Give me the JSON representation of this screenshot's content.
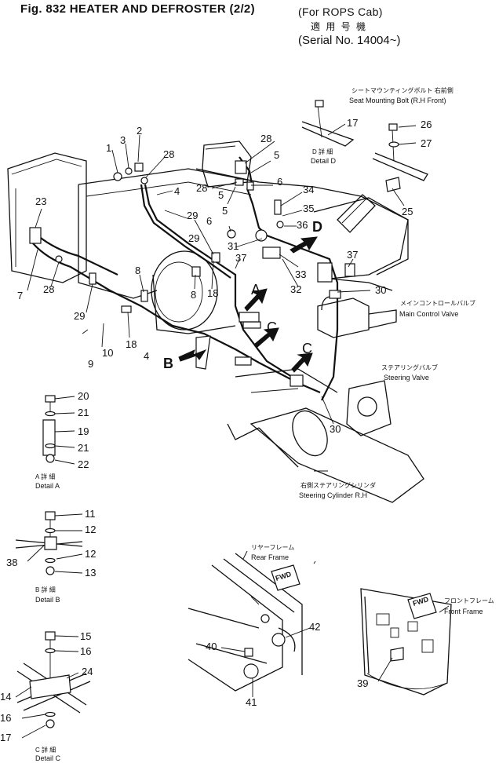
{
  "header": {
    "title": "Fig. 832  HEATER  AND  DEFROSTER (2/2)",
    "cab_note": "(For ROPS Cab)",
    "serial_jp": "適 用 号 機",
    "serial": "(Serial No. 14004~)"
  },
  "labels": {
    "seat_bolt_jp": "シートマウンティングボルト 右前側",
    "seat_bolt": "Seat Mounting Bolt (R.H Front)",
    "detail_d_jp": "D 詳 細",
    "detail_d": "Detail D",
    "main_valve_jp": "メインコントロールバルブ",
    "main_valve": "Main Control Valve",
    "steering_valve_jp": "ステアリングバルブ",
    "steering_valve": "Steering Valve",
    "steering_cyl_jp": "右側ステアリングシリンダ",
    "steering_cyl": "Steering Cylinder R.H",
    "detail_a_jp": "A 詳 細",
    "detail_a": "Detail A",
    "detail_b_jp": "B 詳 細",
    "detail_b": "Detail B",
    "detail_c_jp": "C 詳 細",
    "detail_c": "Detail C",
    "rear_frame_jp": "リヤーフレーム",
    "rear_frame": "Rear Frame",
    "front_frame_jp": "フロントフレーム",
    "front_frame": "Front Frame",
    "fwd": "FWD",
    "letter_a": "A",
    "letter_b": "B",
    "letter_c": "C",
    "letter_d": "D"
  },
  "parts": {
    "p1": "1",
    "p2": "2",
    "p3": "3",
    "p4a": "4",
    "p4b": "4",
    "p5a": "5",
    "p5b": "5",
    "p5c": "5",
    "p6a": "6",
    "p6b": "6",
    "p7": "7",
    "p8a": "8",
    "p8b": "8",
    "p9": "9",
    "p10": "10",
    "p11": "11",
    "p12a": "12",
    "p12b": "12",
    "p13": "13",
    "p14": "14",
    "p15": "15",
    "p16a": "16",
    "p16b": "16",
    "p17a": "17",
    "p17b": "17",
    "p18a": "18",
    "p18b": "18",
    "p19": "19",
    "p20": "20",
    "p21a": "21",
    "p21b": "21",
    "p22": "22",
    "p23": "23",
    "p24": "24",
    "p25": "25",
    "p26": "26",
    "p27": "27",
    "p28a": "28",
    "p28b": "28",
    "p28c": "28",
    "p28d": "28",
    "p29a": "29",
    "p29b": "29",
    "p29c": "29",
    "p30a": "30",
    "p30b": "30",
    "p31": "31",
    "p32": "32",
    "p33": "33",
    "p34": "34",
    "p35": "35",
    "p36": "36",
    "p37a": "37",
    "p37b": "37",
    "p38": "38",
    "p39": "39",
    "p40": "40",
    "p41": "41",
    "p42": "42"
  }
}
